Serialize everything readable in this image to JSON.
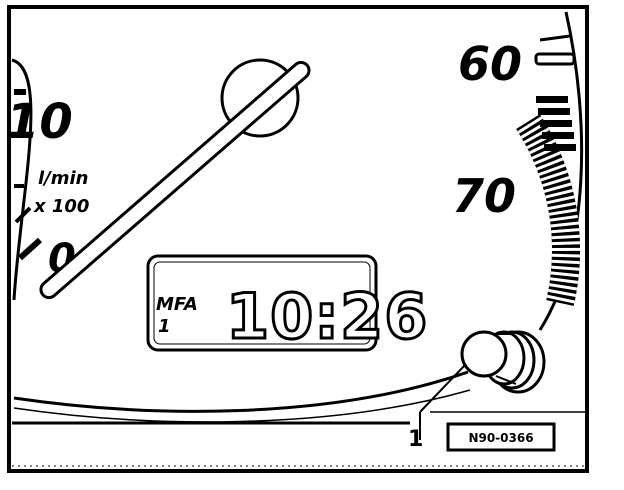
{
  "tachometer": {
    "tick_label_top": "10",
    "tick_label_bottom": "0",
    "unit_label": "l/min",
    "unit_multiplier": "x 100"
  },
  "speedometer": {
    "label_60": "60",
    "label_70": "70"
  },
  "mfa_display": {
    "label_line1": "MFA",
    "label_line2": "1",
    "time": "10:26"
  },
  "callout": {
    "number": "1"
  },
  "reference_code": "N90-0366",
  "colors": {
    "ink": "#000000",
    "paper": "#ffffff"
  }
}
